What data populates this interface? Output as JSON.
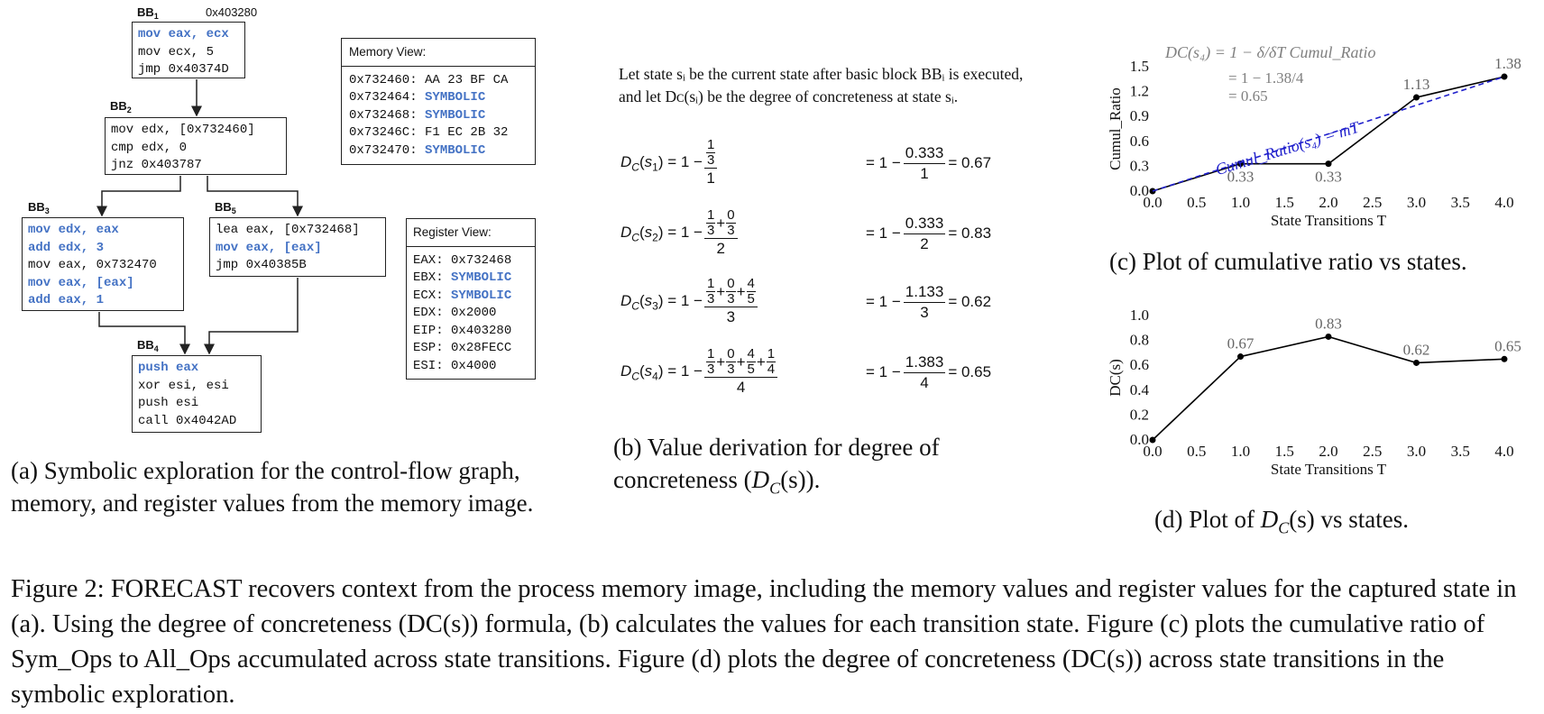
{
  "cfg": {
    "bb1_label": "BB",
    "bb1_sub": "1",
    "bb1_addr": "0x403280",
    "bb1": [
      {
        "text": "mov eax, ecx",
        "hl": true
      },
      {
        "text": "mov ecx, 5",
        "hl": false
      },
      {
        "text": "jmp 0x40374D",
        "hl": false
      }
    ],
    "bb2_label": "BB",
    "bb2_sub": "2",
    "bb2": [
      {
        "text": "mov edx, [0x732460]",
        "hl": false
      },
      {
        "text": "cmp edx, 0",
        "hl": false
      },
      {
        "text": "jnz 0x403787",
        "hl": false
      }
    ],
    "bb3_label": "BB",
    "bb3_sub": "3",
    "bb3": [
      {
        "text": "mov edx, eax",
        "hl": true
      },
      {
        "text": "add edx, 3",
        "hl": true
      },
      {
        "text": "mov eax, 0x732470",
        "hl": false
      },
      {
        "text": "mov eax, [eax]",
        "hl": true
      },
      {
        "text": "add eax, 1",
        "hl": true
      }
    ],
    "bb5_label": "BB",
    "bb5_sub": "5",
    "bb5": [
      {
        "text": "lea eax, [0x732468]",
        "hl": false
      },
      {
        "text": "mov eax, [eax]",
        "hl": true
      },
      {
        "text": "jmp 0x40385B",
        "hl": false
      }
    ],
    "bb4_label": "BB",
    "bb4_sub": "4",
    "bb4": [
      {
        "text": "push eax",
        "hl": true
      },
      {
        "text": "xor esi, esi",
        "hl": false
      },
      {
        "text": "push esi",
        "hl": false
      },
      {
        "text": "call 0x4042AD",
        "hl": false
      }
    ]
  },
  "memory_view": {
    "title": "Memory View:",
    "rows": [
      {
        "addr": "0x732460:",
        "val": "AA 23 BF CA",
        "hl": false
      },
      {
        "addr": "0x732464:",
        "val": "SYMBOLIC",
        "hl": true
      },
      {
        "addr": "0x732468:",
        "val": "SYMBOLIC",
        "hl": true
      },
      {
        "addr": "0x73246C:",
        "val": "F1 EC 2B 32",
        "hl": false
      },
      {
        "addr": "0x732470:",
        "val": "SYMBOLIC",
        "hl": true
      }
    ]
  },
  "register_view": {
    "title": "Register View:",
    "rows": [
      {
        "reg": "EAX:",
        "val": "0x732468",
        "hl": false
      },
      {
        "reg": "EBX:",
        "val": "SYMBOLIC",
        "hl": true
      },
      {
        "reg": "ECX:",
        "val": "SYMBOLIC",
        "hl": true
      },
      {
        "reg": "EDX:",
        "val": "0x2000",
        "hl": false
      },
      {
        "reg": "EIP:",
        "val": "0x403280",
        "hl": false
      },
      {
        "reg": "ESP:",
        "val": "0x28FECC",
        "hl": false
      },
      {
        "reg": "ESI:",
        "val": "0x4000",
        "hl": false
      }
    ]
  },
  "captions": {
    "a": "(a) Symbolic exploration for the control-flow graph, memory, and register values from the memory image.",
    "b_prefix": "(b) Value derivation for degree of concreteness (",
    "b_math": "D",
    "b_sub": "C",
    "b_suffix": "(s)).",
    "c": "(c) Plot of cumulative ratio vs states.",
    "d_prefix": "(d) Plot of ",
    "d_suffix": "(s) vs states.",
    "figure": "Figure 2: FORECAST recovers context from the process memory image, including the memory values and register values for the captured state in (a). Using the degree of concreteness (DC(s)) formula, (b) calculates the values for each transition state. Figure (c) plots the cumulative ratio of Sym_Ops to All_Ops accumulated across state transitions. Figure (d) plots the degree of concreteness (DC(s)) across state transitions in the symbolic exploration."
  },
  "derivation": {
    "intro": "Let state sᵢ be the current state after basic block BBᵢ is executed, and let Dᴄ(sᵢ) be the degree of concreteness at state sᵢ.",
    "rows": [
      {
        "lhs": "D",
        "lhs_sub": "C",
        "state": "s",
        "state_sub": "1",
        "num_terms": [
          [
            "1",
            "3"
          ]
        ],
        "den": "1",
        "rhs_num": "0.333",
        "rhs_den": "1",
        "result": "= 0.67"
      },
      {
        "lhs": "D",
        "lhs_sub": "C",
        "state": "s",
        "state_sub": "2",
        "num_terms": [
          [
            "1",
            "3"
          ],
          [
            "0",
            "3"
          ]
        ],
        "den": "2",
        "rhs_num": "0.333",
        "rhs_den": "2",
        "result": "= 0.83"
      },
      {
        "lhs": "D",
        "lhs_sub": "C",
        "state": "s",
        "state_sub": "3",
        "num_terms": [
          [
            "1",
            "3"
          ],
          [
            "0",
            "3"
          ],
          [
            "4",
            "5"
          ]
        ],
        "den": "3",
        "rhs_num": "1.133",
        "rhs_den": "3",
        "result": "= 0.62"
      },
      {
        "lhs": "D",
        "lhs_sub": "C",
        "state": "s",
        "state_sub": "4",
        "num_terms": [
          [
            "1",
            "3"
          ],
          [
            "0",
            "3"
          ],
          [
            "4",
            "5"
          ],
          [
            "1",
            "4"
          ]
        ],
        "den": "4",
        "rhs_num": "1.383",
        "rhs_den": "4",
        "result": "= 0.65"
      }
    ]
  },
  "chart_data": [
    {
      "type": "line",
      "xlabel": "State Transitions T",
      "ylabel": "Cumul_Ratio",
      "xlim": [
        0.0,
        4.0
      ],
      "ylim": [
        0.0,
        1.5
      ],
      "x_ticks": [
        "0.0",
        "0.5",
        "1.0",
        "1.5",
        "2.0",
        "2.5",
        "3.0",
        "3.5",
        "4.0"
      ],
      "y_ticks": [
        "0.0",
        "0.3",
        "0.6",
        "0.9",
        "1.2",
        "1.5"
      ],
      "series": [
        {
          "x": [
            0,
            1,
            2,
            3,
            4
          ],
          "y": [
            0,
            0.33,
            0.33,
            1.13,
            1.38
          ],
          "labels": [
            "",
            "0.33",
            "0.33",
            "1.13",
            "1.38"
          ],
          "color": "#000000"
        },
        {
          "name": "Cumul_Ratio(s₄) = mT",
          "x": [
            0,
            4
          ],
          "y": [
            0,
            1.38
          ],
          "color": "#1f1fcc",
          "dashed": true
        }
      ],
      "annotation": {
        "line1_lhs": "DC(s₄)",
        "line1_eq": "= 1 −",
        "line1_frac_n": "δ",
        "line1_frac_d": "δT",
        "line1_tail": "Cumul_Ratio",
        "line2_eq": "= 1 −",
        "line2_frac_n": "1.38",
        "line2_frac_d": "4",
        "line3": "= 0.65",
        "color": "#808080"
      }
    },
    {
      "type": "line",
      "xlabel": "State Transitions T",
      "ylabel": "DC(s)",
      "xlim": [
        0.0,
        4.0
      ],
      "ylim": [
        0.0,
        1.0
      ],
      "x_ticks": [
        "0.0",
        "0.5",
        "1.0",
        "1.5",
        "2.0",
        "2.5",
        "3.0",
        "3.5",
        "4.0"
      ],
      "y_ticks": [
        "0.0",
        "0.2",
        "0.4",
        "0.6",
        "0.8",
        "1.0"
      ],
      "series": [
        {
          "x": [
            0,
            1,
            2,
            3,
            4
          ],
          "y": [
            0,
            0.67,
            0.83,
            0.62,
            0.65
          ],
          "labels": [
            "",
            "0.67",
            "0.83",
            "0.62",
            "0.65"
          ],
          "color": "#000000"
        }
      ]
    }
  ]
}
